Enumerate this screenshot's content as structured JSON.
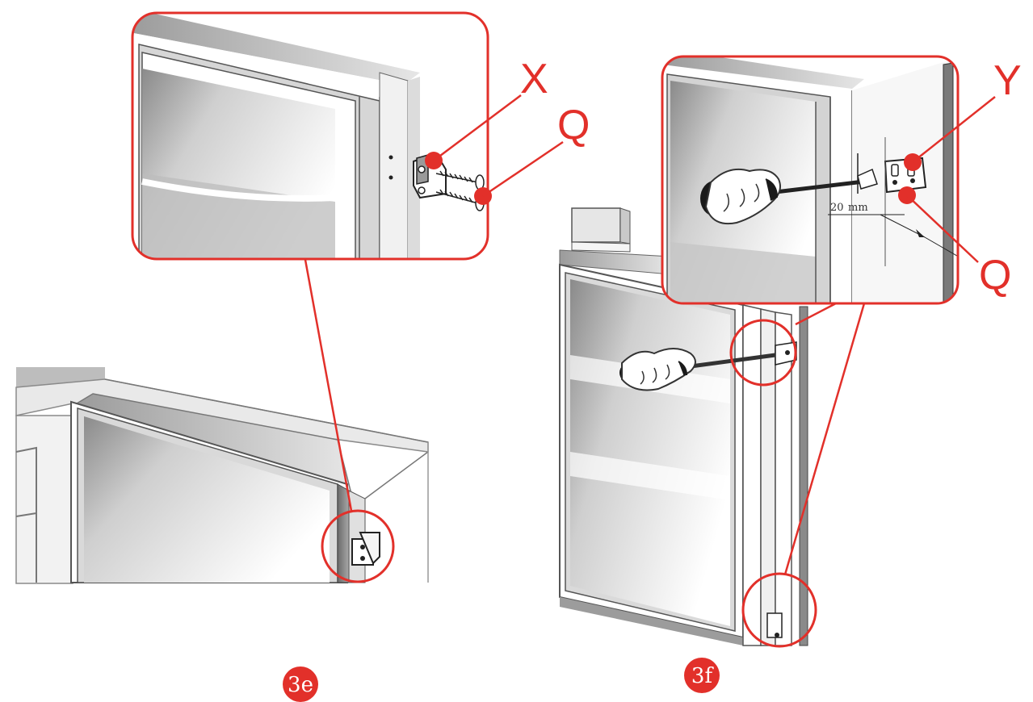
{
  "colors": {
    "accent": "#e2302a",
    "line": "#555555",
    "steel": "#9a9a9a",
    "ink": "#111111"
  },
  "callouts": {
    "x": "X",
    "q": "Q",
    "y": "Y"
  },
  "dimension": {
    "value": "20",
    "unit": "mm"
  },
  "figures": {
    "left": "3e",
    "right": "3f"
  }
}
